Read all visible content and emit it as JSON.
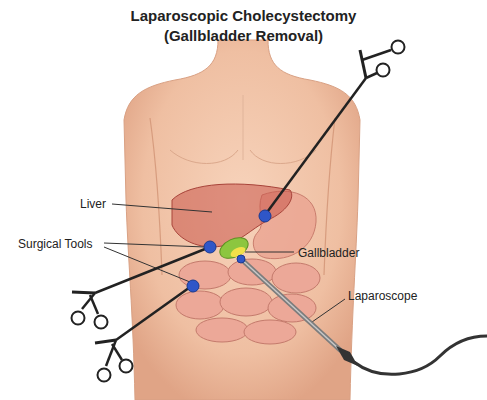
{
  "diagram": {
    "title": "Laparoscopic Cholecystectomy (Gallbladder Removal)",
    "labels": [
      "Liver",
      "Surgical Tools",
      "Gallbladder",
      "Laparoscope"
    ]
  }
}
